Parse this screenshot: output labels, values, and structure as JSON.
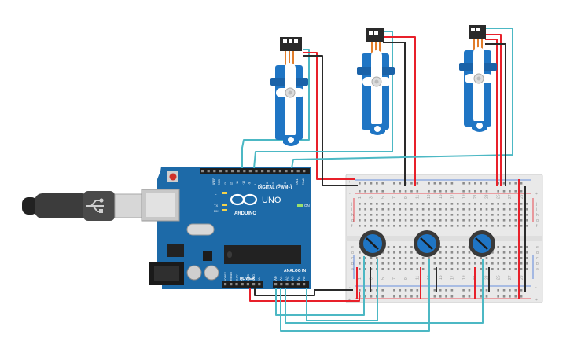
{
  "arduino": {
    "brand_label": "ARDUINO",
    "model_label": "UNO",
    "digital_label": "DIGITAL (PWM~)",
    "power_label": "POWER",
    "analog_label": "ANALOG IN",
    "on_label": "ON",
    "l_label": "L",
    "tx_label": "TX",
    "rx_label": "RX",
    "aref_label": "AREF",
    "gnd_label": "GND",
    "analog_pins": [
      "A0",
      "A1",
      "A2",
      "A3",
      "A4",
      "A5"
    ],
    "power_pins": [
      "IOREF",
      "RESET",
      "3.3V",
      "5V",
      "GND",
      "GND",
      "Vin"
    ],
    "digital_pins": [
      "13",
      "12",
      "~11",
      "~10",
      "~9",
      "8",
      "7",
      "~6",
      "~5",
      "4",
      "~3",
      "2",
      "TX▸1",
      "RX◂0"
    ]
  },
  "breadboard": {
    "plus_label": "+",
    "minus_label": "-",
    "row_letters_top": [
      "j",
      "i",
      "h",
      "g",
      "f"
    ],
    "row_letters_bottom": [
      "e",
      "d",
      "c",
      "b",
      "a"
    ],
    "column_numbers": [
      "1",
      "3",
      "5",
      "7",
      "9",
      "11",
      "13",
      "15",
      "17",
      "19",
      "21",
      "23",
      "25",
      "27",
      "29"
    ]
  },
  "colors": {
    "wire_red": "#e8202a",
    "wire_black": "#2a2a2a",
    "wire_cyan": "#4cb8c4",
    "servo_blue": "#1f75c4",
    "board_blue": "#1d6aa8",
    "breadboard": "#e9e9e9"
  }
}
